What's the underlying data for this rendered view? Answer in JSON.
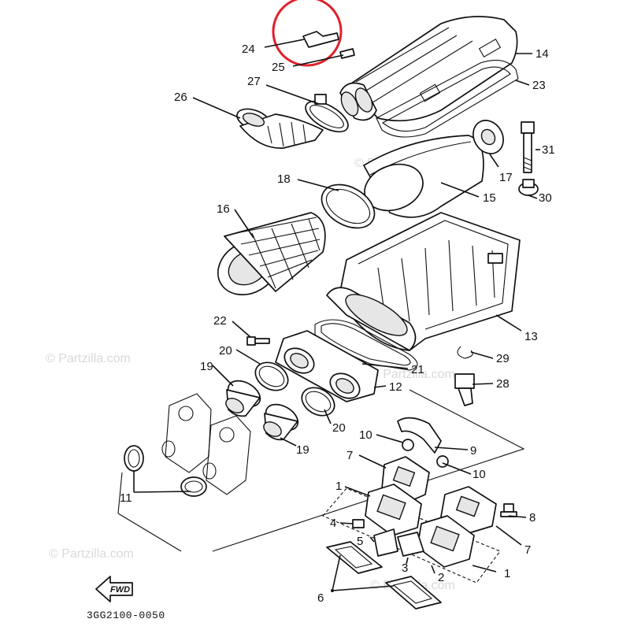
{
  "diagram": {
    "code": "3GG2100-0050",
    "fwd_label": "FWD",
    "watermarks": [
      "© Partzilla.com",
      "© Partzilla.com",
      "© Partzilla.com",
      "© Partzilla.com",
      "© Partzilla.com"
    ],
    "highlight_color": "#e0202a",
    "callouts": [
      {
        "label": "24"
      },
      {
        "label": "25"
      },
      {
        "label": "14"
      },
      {
        "label": "23"
      },
      {
        "label": "27"
      },
      {
        "label": "26"
      },
      {
        "label": "31"
      },
      {
        "label": "17"
      },
      {
        "label": "18"
      },
      {
        "label": "15"
      },
      {
        "label": "30"
      },
      {
        "label": "16"
      },
      {
        "label": "22"
      },
      {
        "label": "13"
      },
      {
        "label": "20"
      },
      {
        "label": "29"
      },
      {
        "label": "21"
      },
      {
        "label": "19"
      },
      {
        "label": "12"
      },
      {
        "label": "28"
      },
      {
        "label": "20"
      },
      {
        "label": "19"
      },
      {
        "label": "10"
      },
      {
        "label": "9"
      },
      {
        "label": "7"
      },
      {
        "label": "10"
      },
      {
        "label": "1"
      },
      {
        "label": "11"
      },
      {
        "label": "8"
      },
      {
        "label": "4"
      },
      {
        "label": "5"
      },
      {
        "label": "7"
      },
      {
        "label": "3"
      },
      {
        "label": "1"
      },
      {
        "label": "2"
      },
      {
        "label": "6"
      }
    ]
  }
}
